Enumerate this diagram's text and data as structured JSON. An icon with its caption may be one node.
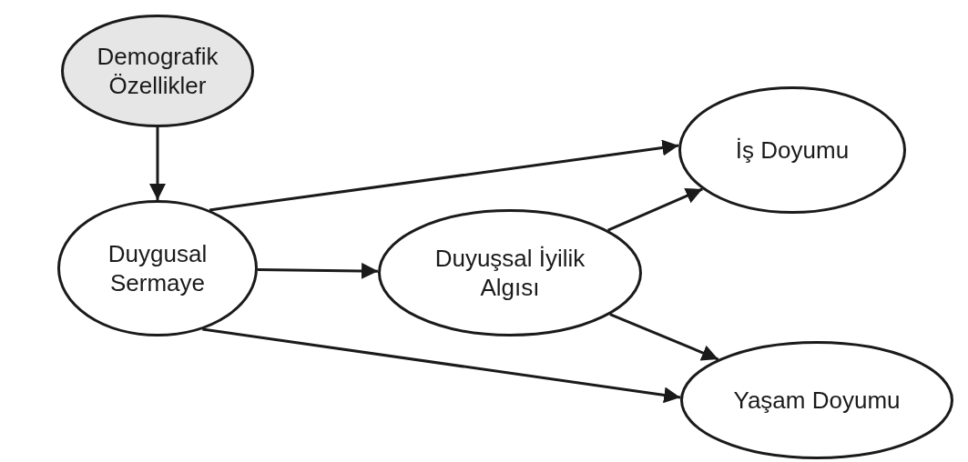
{
  "diagram": {
    "nodes": [
      {
        "text": [
          "Demografik Özellikler"
        ]
      },
      {
        "text": [
          "Duygusal Sermaye"
        ]
      },
      {
        "text": [
          "Duyuşsal İyilik Algısı"
        ]
      },
      {
        "text": [
          "İş Doyumu"
        ]
      },
      {
        "text": [
          "Yaşam Doyumu"
        ]
      }
    ],
    "edges": [
      {
        "from": 0,
        "to": 1,
        "arrow": "to"
      },
      {
        "from": 1,
        "to": 3,
        "arrow": "to"
      },
      {
        "from": 1,
        "to": 2,
        "arrow": "to"
      },
      {
        "from": 2,
        "to": 3,
        "arrow": "to"
      },
      {
        "from": 2,
        "to": 4,
        "arrow": "to"
      },
      {
        "from": 1,
        "to": 4,
        "arrow": "to"
      }
    ]
  }
}
